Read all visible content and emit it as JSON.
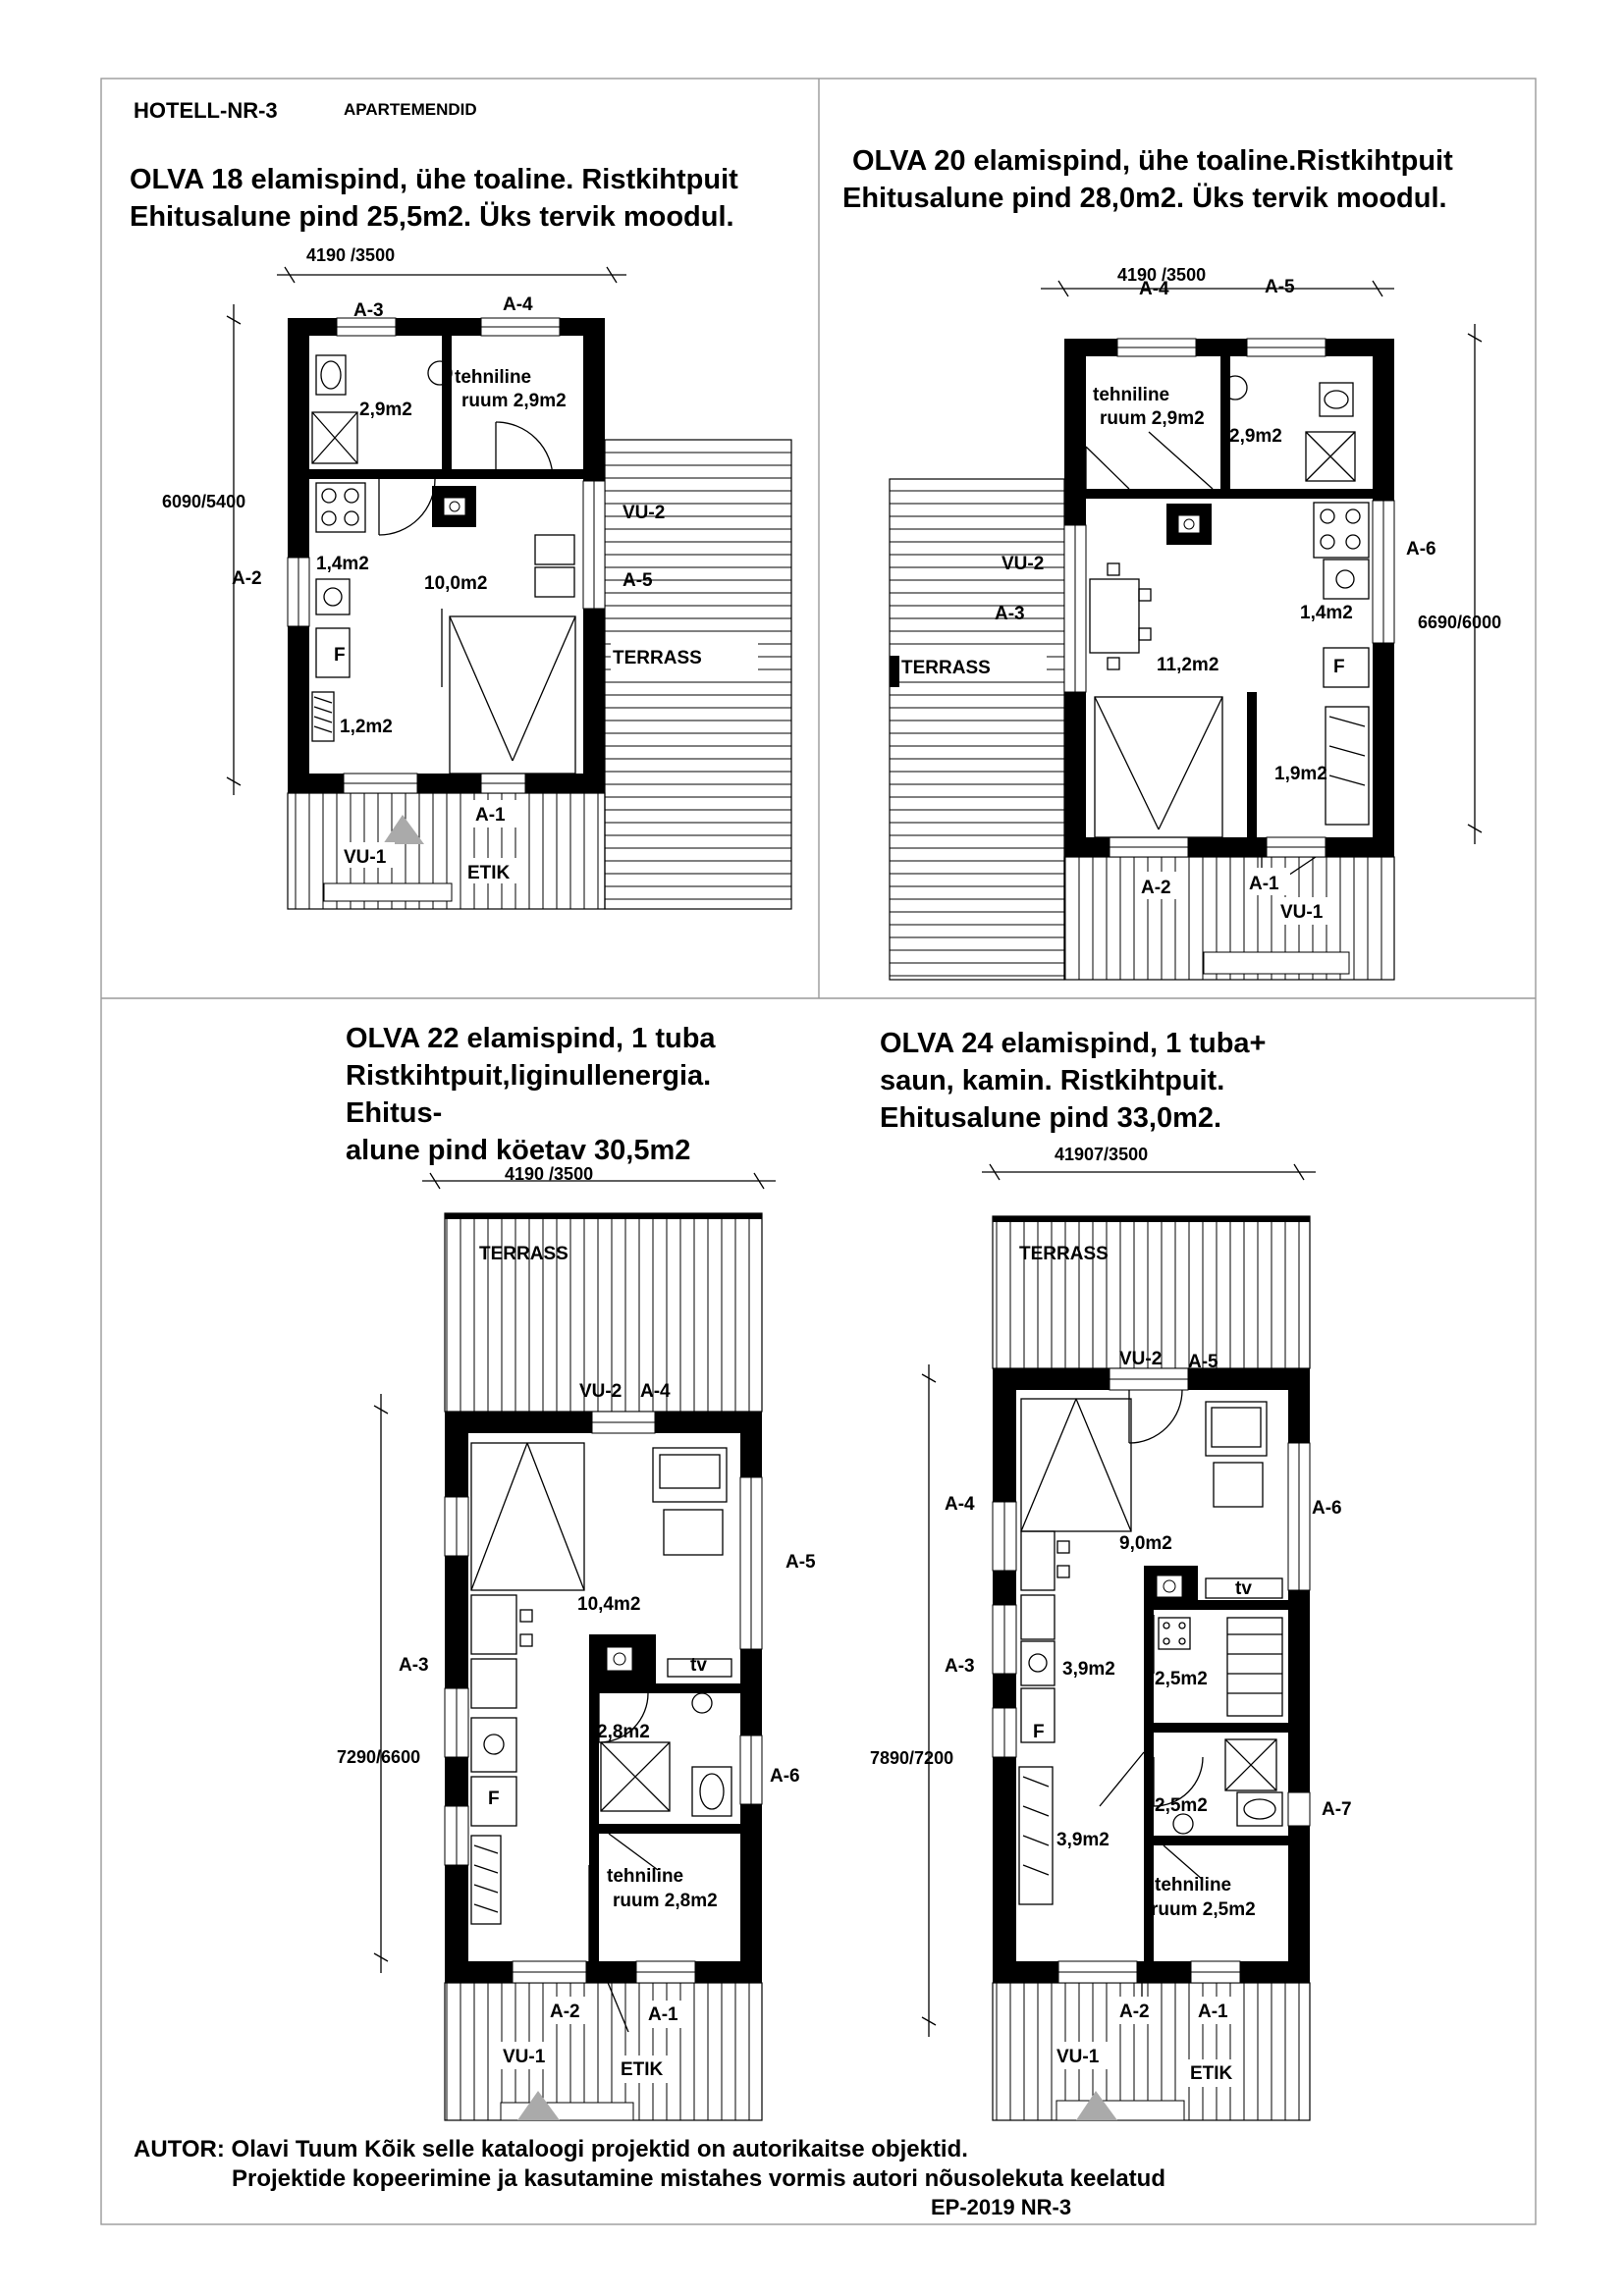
{
  "sheet": {
    "title": "HOTELL-NR-3",
    "subtitle": "APARTEMENDID",
    "footer_line1": "AUTOR: Olavi Tuum    Kõik selle kataloogi projektid on autorikaitse objektid.",
    "footer_line2": "Projektide kopeerimine ja kasutamine mistahes vormis autori nõusolekuta keelatud",
    "footer_code": "EP-2019   NR-3"
  },
  "plans": {
    "olva18": {
      "heading": [
        "OLVA 18 elamispind, ühe toaline. Ristkihtpuit",
        "Ehitusalune pind 25,5m2. Üks tervik moodul."
      ],
      "dim_width": "4190 /3500",
      "dim_height": "6090/5400",
      "areas": {
        "wc": "2,9m2",
        "tech_1": "tehniline",
        "tech_2": "ruum 2,9m2",
        "kitchen": "1,4m2",
        "main": "10,0m2",
        "storage": "1,2m2"
      },
      "labels": {
        "a1": "A-1",
        "a2": "A-2",
        "a3": "A-3",
        "a4": "A-4",
        "a5": "A-5",
        "vu1": "VU-1",
        "vu2": "VU-2",
        "terrace": "TERRASS",
        "porch": "ETIK",
        "fridge": "F"
      }
    },
    "olva20": {
      "heading": [
        "OLVA 20 elamispind, ühe toaline.Ristkihtpuit",
        "Ehitusalune pind 28,0m2. Üks tervik moodul."
      ],
      "dim_width": "4190 /3500",
      "dim_height": "6690/6000",
      "areas": {
        "tech_1": "tehniline",
        "tech_2": "ruum 2,9m2",
        "wc": "2,9m2",
        "kitchen": "1,4m2",
        "main": "11,2m2",
        "storage": "1,9m2"
      },
      "labels": {
        "a1": "A-1",
        "a2": "A-2",
        "a3": "A-3",
        "a4": "A-4",
        "a5": "A-5",
        "a6": "A-6",
        "vu1": "VU-1",
        "vu2": "VU-2",
        "terrace": "TERRASS",
        "fridge": "F"
      }
    },
    "olva22": {
      "heading": [
        "OLVA 22 elamispind, 1 tuba",
        "Ristkihtpuit,liginullenergia.",
        "Ehitus-",
        "alune pind köetav 30,5m2"
      ],
      "dim_width": "4190 /3500",
      "dim_height": "7290/6600",
      "areas": {
        "main": "10,4m2",
        "wc": "2,8m2",
        "tech_1": "tehniline",
        "tech_2": "ruum 2,8m2"
      },
      "labels": {
        "a1": "A-1",
        "a2": "A-2",
        "a3": "A-3",
        "a4": "A-4",
        "a5": "A-5",
        "a6": "A-6",
        "vu1": "VU-1",
        "vu2": "VU-2",
        "terrace": "TERRASS",
        "porch": "ETIK",
        "tv": "tv",
        "fridge": "F"
      }
    },
    "olva24": {
      "heading": [
        "OLVA 24 elamispind, 1 tuba+",
        "saun, kamin. Ristkihtpuit.",
        "Ehitusalune pind 33,0m2."
      ],
      "dim_width": "41907/3500",
      "dim_height": "7890/7200",
      "areas": {
        "main": "9,0m2",
        "kitchen": "3,9m2",
        "sauna": "2,5m2",
        "wc": "2,5m2",
        "hall": "3,9m2",
        "tech_1": "tehniline",
        "tech_2": "ruum 2,5m2"
      },
      "labels": {
        "a1": "A-1",
        "a2": "A-2",
        "a3": "A-3",
        "a4": "A-4",
        "a5": "A-5",
        "a6": "A-6",
        "a7": "A-7",
        "vu1": "VU-1",
        "vu2": "VU-2",
        "terrace": "TERRASS",
        "porch": "ETIK",
        "tv": "tv",
        "fridge": "F"
      }
    }
  }
}
